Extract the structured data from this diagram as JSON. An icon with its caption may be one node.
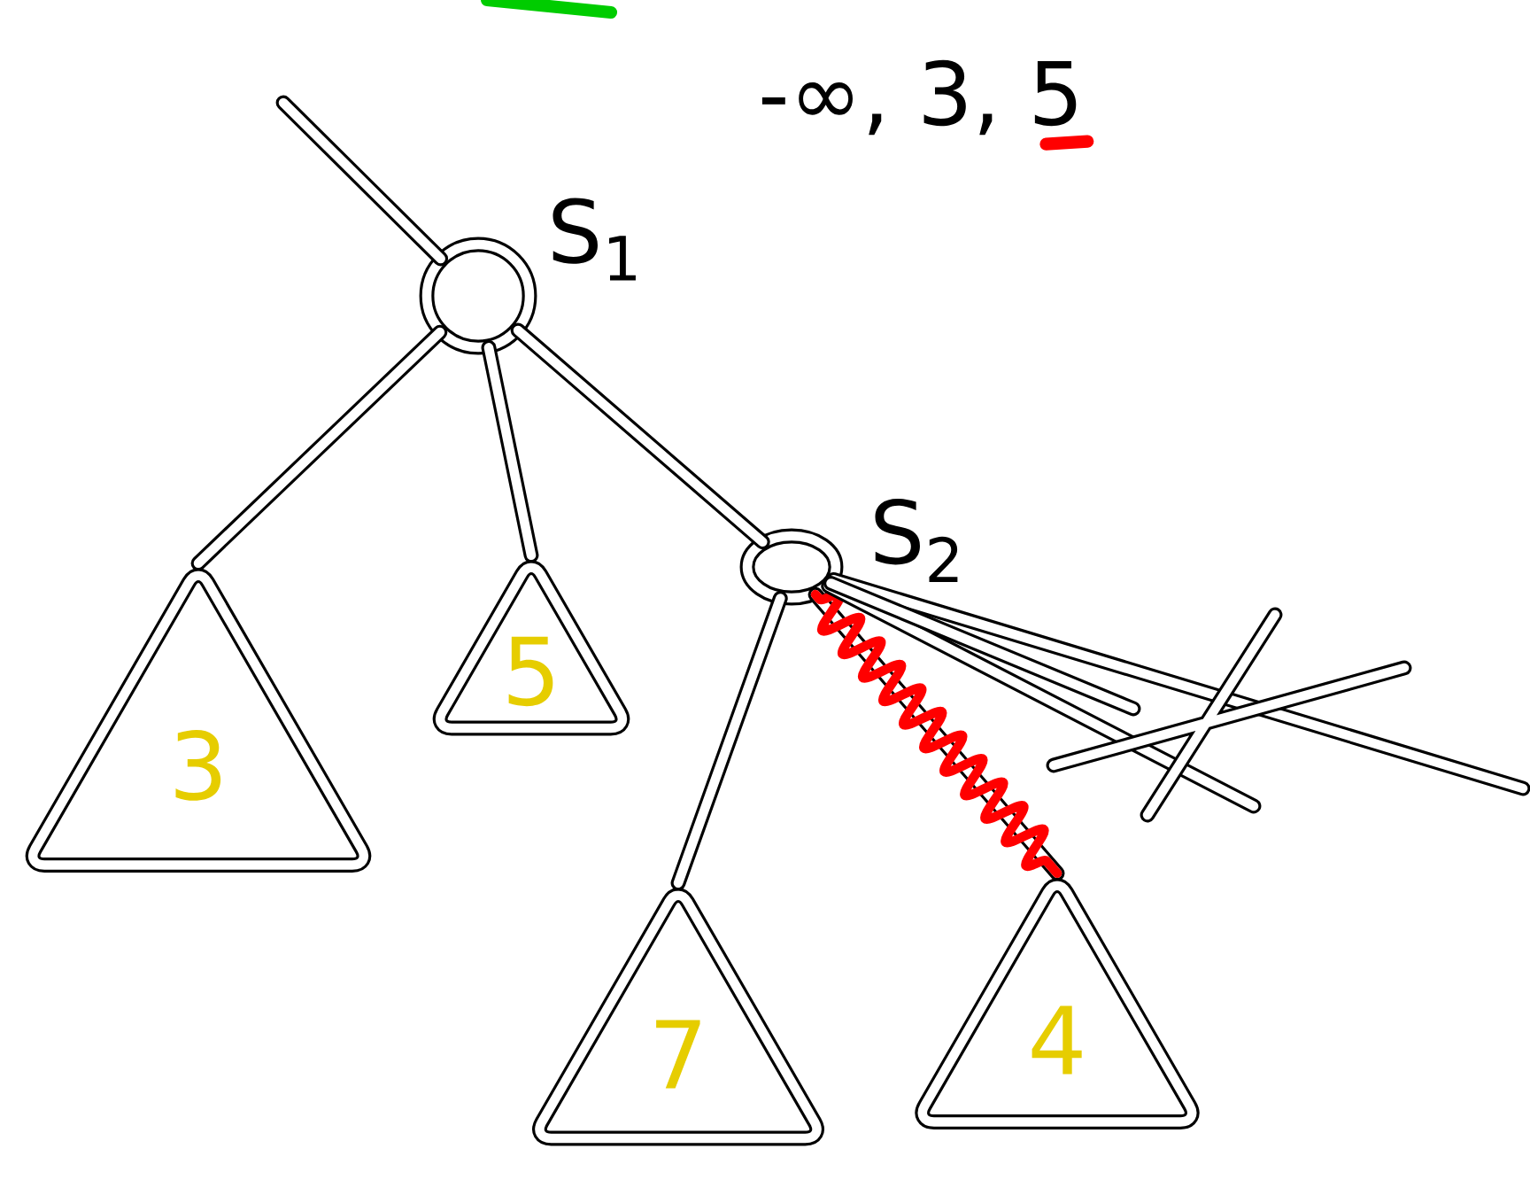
{
  "diagram": {
    "nodes": [
      {
        "text": [],
        "shape": "circle",
        "beside": [
          "S$_{1}$"
        ]
      },
      {
        "text": [
          "3"
        ]
      },
      {
        "text": [
          "5"
        ]
      },
      {
        "text": [],
        "shape": "circle",
        "beside": [
          "S$_{2}$"
        ]
      },
      {
        "text": [
          "7"
        ]
      },
      {
        "text": [
          "4"
        ]
      }
    ],
    "edges": [
      {
        "from": null,
        "to": 0,
        "arrow": "none"
      },
      {
        "from": 0,
        "to": 1,
        "arrow": "none"
      },
      {
        "from": 0,
        "to": 2,
        "arrow": "none"
      },
      {
        "from": 0,
        "to": 3,
        "arrow": "none"
      },
      {
        "from": 3,
        "to": 4,
        "arrow": "none"
      },
      {
        "from": 3,
        "to": 5,
        "arrow": "none",
        "color": "#ff0000"
      },
      {
        "from": 3,
        "to": null,
        "arrow": "none"
      },
      {
        "from": 3,
        "to": null,
        "arrow": "none"
      },
      {
        "from": 3,
        "to": null,
        "arrow": "none"
      }
    ],
    "labels": [
      "-∞, 3, 5"
    ]
  }
}
